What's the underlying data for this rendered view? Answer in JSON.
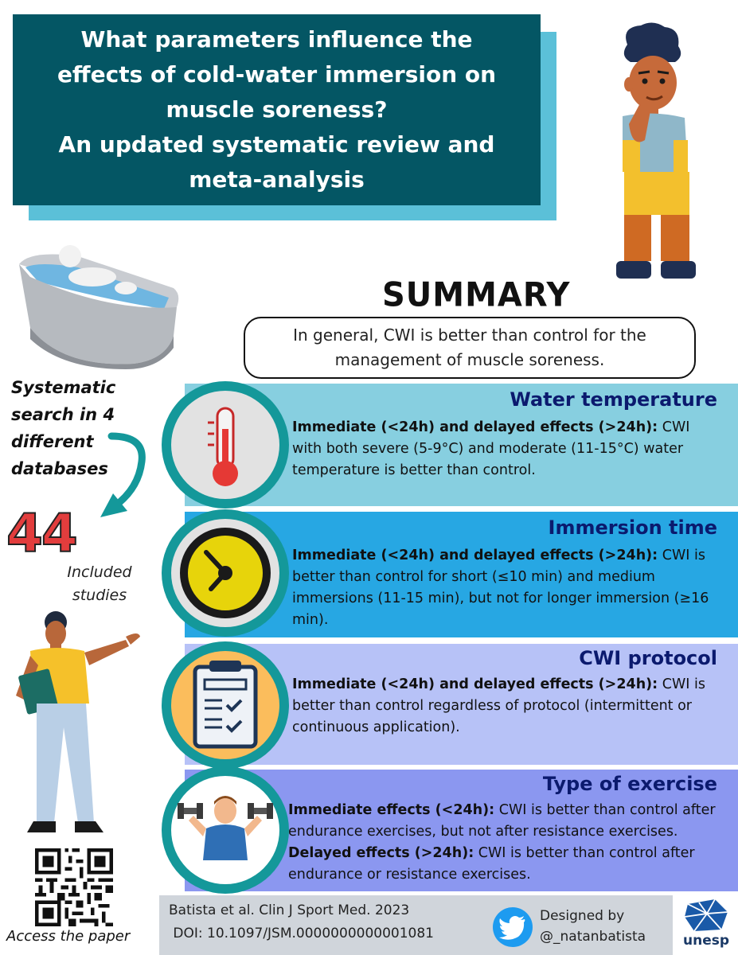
{
  "title": {
    "lines": [
      "What parameters influence the",
      "effects of cold-water immersion on",
      "muscle soreness?",
      "An updated systematic review and",
      "meta-analysis"
    ]
  },
  "summary": {
    "heading": "SUMMARY",
    "line1": "In general, CWI is better than control for the",
    "line2": "management of muscle soreness."
  },
  "search": {
    "line1": "Systematic",
    "line2": "search in 4",
    "line3": "different",
    "line4": "databases"
  },
  "included": {
    "count": "44",
    "label1": "Included",
    "label2": "studies"
  },
  "panels": {
    "water": {
      "title": "Water temperature",
      "bold": "Immediate (<24h) and delayed effects (>24h):",
      "text": " CWI with both severe (5-9°C) and moderate (11-15°C) water temperature is better than control."
    },
    "time": {
      "title": "Immersion time",
      "bold": "Immediate (<24h) and delayed effects (>24h):",
      "text": " CWI is better than control  for short (≤10 min) and medium immersions (11-15 min), but not for longer immersion (≥16 min)."
    },
    "protocol": {
      "title": "CWI protocol",
      "bold": "Immediate (<24h) and delayed effects (>24h):",
      "text": " CWI is better than control regardless of protocol (intermittent or continuous application)."
    },
    "exercise": {
      "title": "Type of exercise",
      "bold1": "Immediate effects (<24h):",
      "text1": " CWI is better than control  after endurance exercises, but not after resistance exercises.",
      "bold2": "Delayed effects (>24h):",
      "text2": " CWI is better than control after endurance or resistance exercises."
    }
  },
  "footer": {
    "citation": "Batista et al. Clin J Sport Med. 2023",
    "doi": " DOI: 10.1097/JSM.0000000000001081",
    "designed_by": "Designed by",
    "handle": "@_natanbatista",
    "qr_label": "Access the paper",
    "logo_text": "unesp"
  },
  "colors": {
    "title_bg": "#045664",
    "title_shadow": "#5bc0d8",
    "panel_water": "#87cfe0",
    "panel_time": "#27a7e3",
    "panel_protocol": "#b7c2f7",
    "panel_exercise": "#8b97f0",
    "circle_ring": "#14989a",
    "highlight_red": "#e23d3d"
  }
}
